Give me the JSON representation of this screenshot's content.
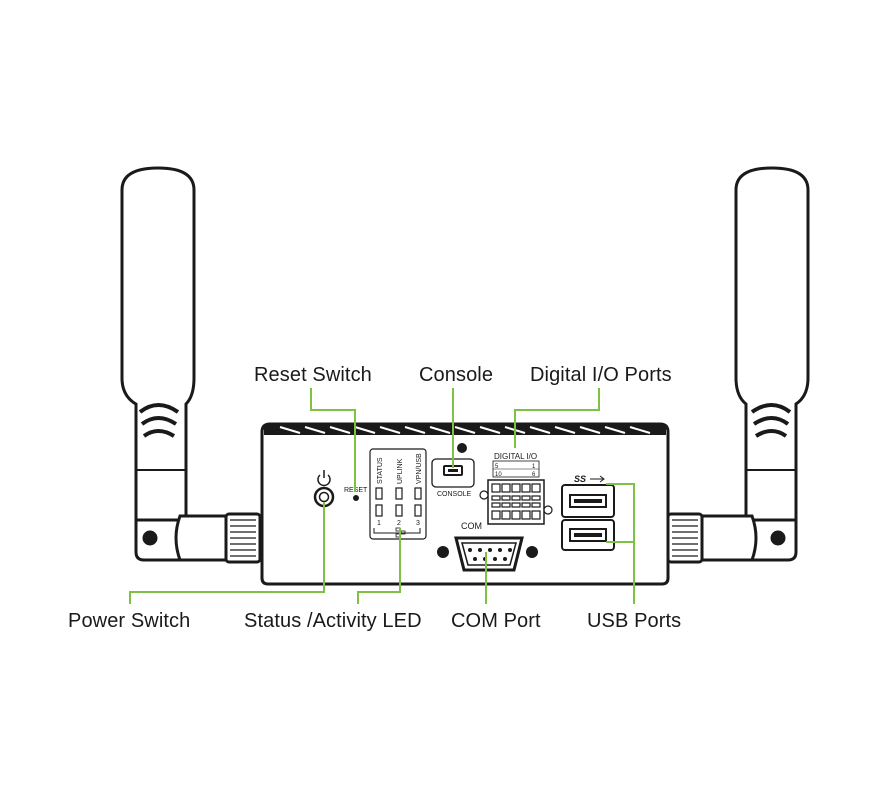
{
  "callouts": {
    "reset_switch": "Reset Switch",
    "console": "Console",
    "digital_io_ports": "Digital I/O Ports",
    "power_switch": "Power Switch",
    "status_activity_led": "Status /Activity LED",
    "com_port": "COM Port",
    "usb_ports": "USB Ports"
  },
  "panel_labels": {
    "reset": "RESET",
    "status": "STATUS",
    "uplink": "UPLINK",
    "vpn_usb": "VPN/USB",
    "led_numbers": [
      "1",
      "2",
      "3"
    ],
    "console": "CONSOLE",
    "digital_io": "DIGITAL I/O",
    "dio_top_left": "5",
    "dio_top_right": "1",
    "dio_bottom_left": "10",
    "dio_bottom_right": "6",
    "com": "COM",
    "usb_logo": "SS"
  },
  "icons": {
    "power": "power-icon",
    "usb": "usb-superspeed-icon",
    "network": "network-icon"
  },
  "colors": {
    "callout_line": "#7dc242",
    "outline": "#1a1a1a",
    "fill": "#ffffff"
  }
}
